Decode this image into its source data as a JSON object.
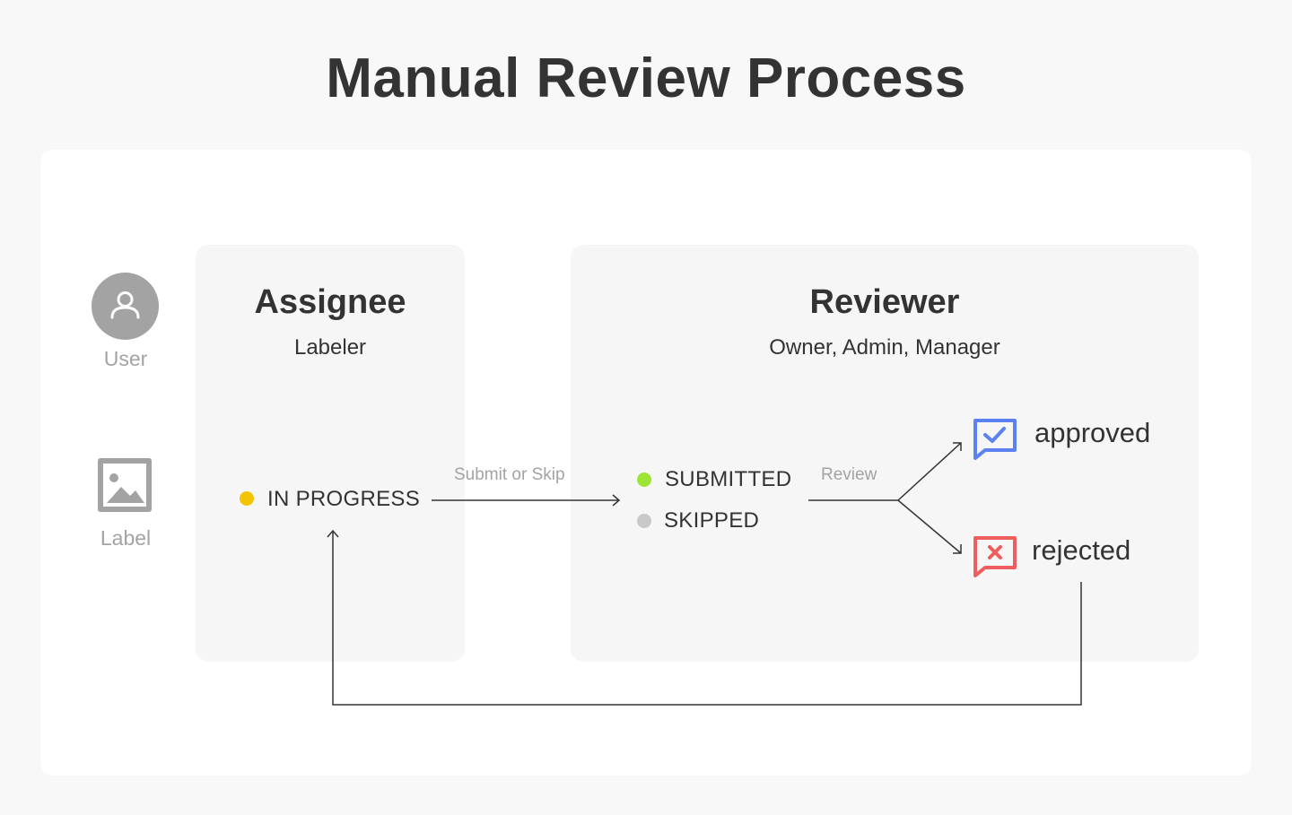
{
  "title": "Manual Review Process",
  "legend": {
    "user_label": "User",
    "label_label": "Label"
  },
  "assignee": {
    "heading": "Assignee",
    "role": "Labeler",
    "status": {
      "label": "IN PROGRESS",
      "color": "#f5c400"
    }
  },
  "transition_submit": "Submit or Skip",
  "reviewer": {
    "heading": "Reviewer",
    "roles": "Owner, Admin, Manager",
    "statuses": [
      {
        "label": "SUBMITTED",
        "color": "#9ee437"
      },
      {
        "label": "SKIPPED",
        "color": "#c8c8c8"
      }
    ],
    "transition_review": "Review",
    "outcomes": [
      {
        "label": "approved",
        "icon": "approved-chat-icon",
        "color": "#5b82f0"
      },
      {
        "label": "rejected",
        "icon": "rejected-chat-icon",
        "color": "#ee5e5e"
      }
    ]
  },
  "colors": {
    "background": "#f8f8f8",
    "panel": "#f6f6f6",
    "muted": "#a3a3a3",
    "text": "#333333"
  }
}
